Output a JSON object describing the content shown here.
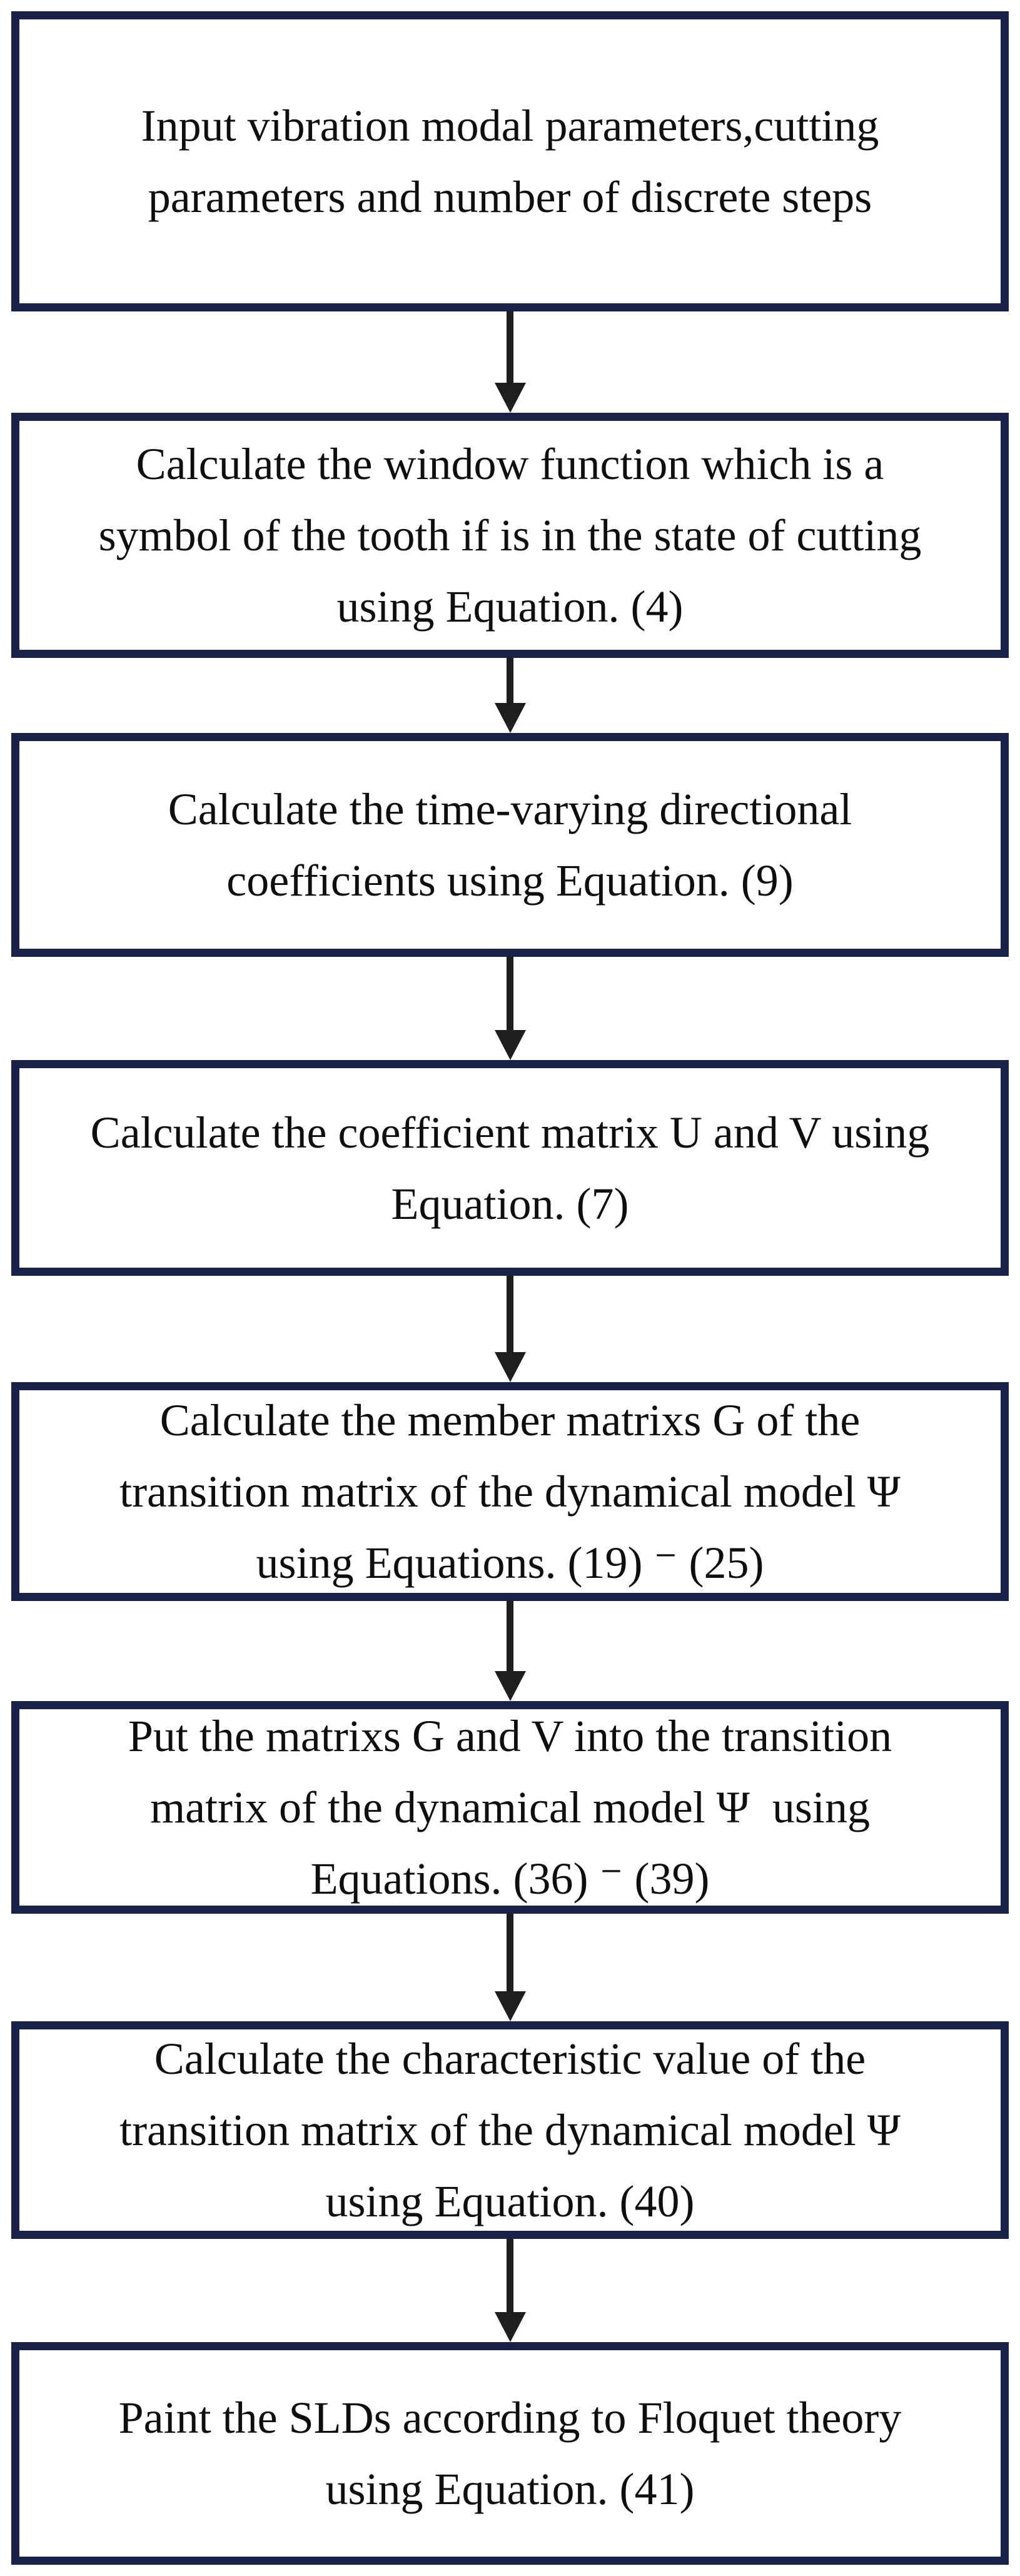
{
  "figure": {
    "type": "flowchart",
    "description": "Vertical flowchart of the stability-lobe-diagram (SLD) computation procedure",
    "colors": {
      "box_border": "#19204a",
      "arrow": "#1e1e1e",
      "text": "#0e0e0e",
      "background": "#ffffff"
    },
    "steps": [
      {
        "lines": [
          "Input vibration modal parameters,cutting",
          "parameters and number of discrete steps"
        ]
      },
      {
        "lines": [
          "Calculate the window function which is a",
          "symbol of the tooth if is in the state of cutting",
          "using Equation. (4)"
        ]
      },
      {
        "lines": [
          "Calculate the time-varying directional",
          "coefficients using Equation. (9)"
        ]
      },
      {
        "lines": [
          "Calculate the coefficient matrix U and V using",
          "Equation. (7)"
        ]
      },
      {
        "lines": [
          "Calculate the member matrixs G of the",
          "transition matrix of the dynamical model Ψ",
          "using Equations. (19) ⁻ (25)"
        ]
      },
      {
        "lines": [
          "Put the matrixs G and V into the transition",
          "matrix of the dynamical model Ψ  using",
          "Equations. (36) ⁻ (39)"
        ]
      },
      {
        "lines": [
          "Calculate the characteristic value of the",
          "transition matrix of the dynamical model Ψ",
          "using Equation. (40)"
        ]
      },
      {
        "lines": [
          "Paint the SLDs according to Floquet theory",
          "using Equation. (41)"
        ]
      }
    ]
  }
}
